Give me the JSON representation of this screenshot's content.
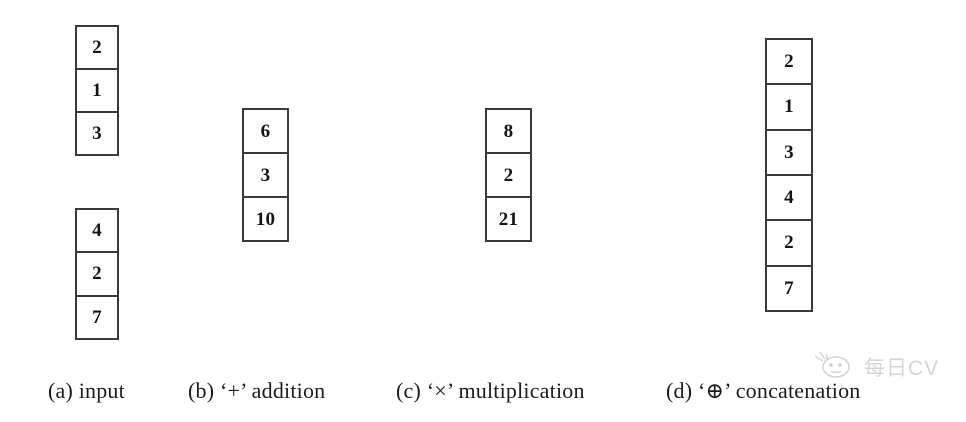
{
  "figure": {
    "title": "Vector element-wise operations and concatenation",
    "background_color": "#ffffff",
    "box_border_color": "#3a3a3a",
    "text_color": "#141414"
  },
  "columns": [
    {
      "id": "input",
      "caption": "(a) input",
      "operator_symbol": "",
      "stacks": [
        {
          "id": "input-top",
          "values": [
            "2",
            "1",
            "3"
          ]
        },
        {
          "id": "input-bottom",
          "values": [
            "4",
            "2",
            "7"
          ]
        }
      ]
    },
    {
      "id": "addition",
      "caption_prefix": "(b) ",
      "caption_quote_open": "‘",
      "operator_symbol": "+",
      "caption_quote_close": "’ ",
      "caption_word": "addition",
      "caption": "(b) ‘+’ addition",
      "stacks": [
        {
          "id": "addition-result",
          "values": [
            "6",
            "3",
            "10"
          ]
        }
      ]
    },
    {
      "id": "multiplication",
      "caption_prefix": "(c) ",
      "caption_quote_open": "‘",
      "operator_symbol": "×",
      "caption_quote_close": "’ ",
      "caption_word": "multiplication",
      "caption": "(c) ‘×’ multiplication",
      "stacks": [
        {
          "id": "multiplication-result",
          "values": [
            "8",
            "2",
            "21"
          ]
        }
      ]
    },
    {
      "id": "concatenation",
      "caption_prefix": "(d) ",
      "caption_quote_open": "‘",
      "operator_symbol": "⊕",
      "caption_quote_close": "’ ",
      "caption_word": "concatenation",
      "caption": "(d) ‘⊕’ concatenation",
      "stacks": [
        {
          "id": "concatenation-result",
          "values": [
            "2",
            "1",
            "3",
            "4",
            "2",
            "7"
          ]
        }
      ]
    }
  ],
  "watermark": {
    "text": "每日CV",
    "logo_name": "mascot-logo"
  }
}
